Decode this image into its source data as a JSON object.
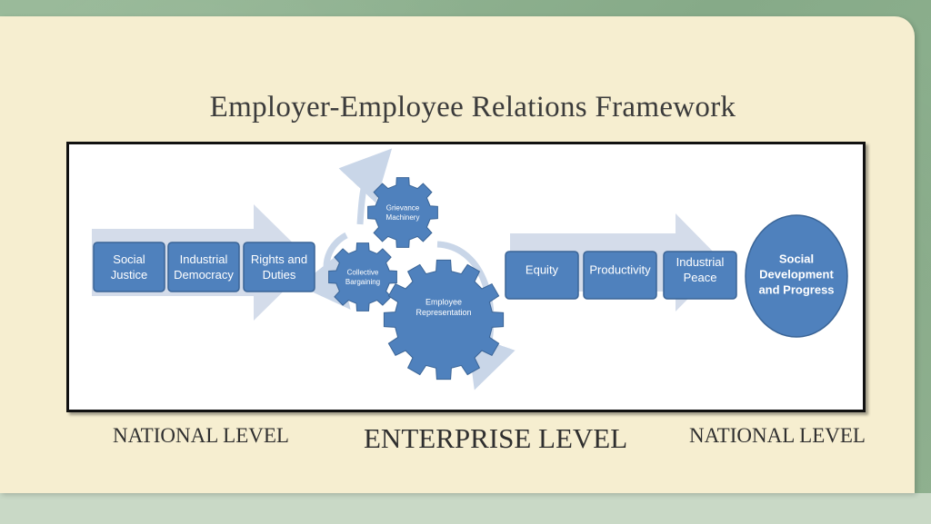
{
  "title": "Employer-Employee Relations Framework",
  "left_boxes": [
    {
      "lines": [
        "Social",
        "Justice"
      ]
    },
    {
      "lines": [
        "Industrial",
        "Democracy"
      ]
    },
    {
      "lines": [
        "Rights and",
        "Duties"
      ]
    }
  ],
  "gears": [
    {
      "lines": [
        "Grievance",
        "Machinery"
      ]
    },
    {
      "lines": [
        "Collective",
        "Bargaining"
      ]
    },
    {
      "lines": [
        "Employee",
        "Representation"
      ]
    }
  ],
  "right_boxes": [
    {
      "lines": [
        "Equity"
      ]
    },
    {
      "lines": [
        "Productivity"
      ]
    },
    {
      "lines": [
        "Industrial",
        "Peace"
      ]
    }
  ],
  "goal": {
    "lines": [
      "Social",
      "Development",
      "and Progress"
    ]
  },
  "levels": {
    "left": "NATIONAL LEVEL",
    "center": "ENTERPRISE LEVEL",
    "right": "NATIONAL LEVEL"
  },
  "colors": {
    "box": "#4f81bd",
    "box_border": "#3a6496",
    "arrow": "#d4dcea",
    "slide_bg": "#f6eed0"
  }
}
